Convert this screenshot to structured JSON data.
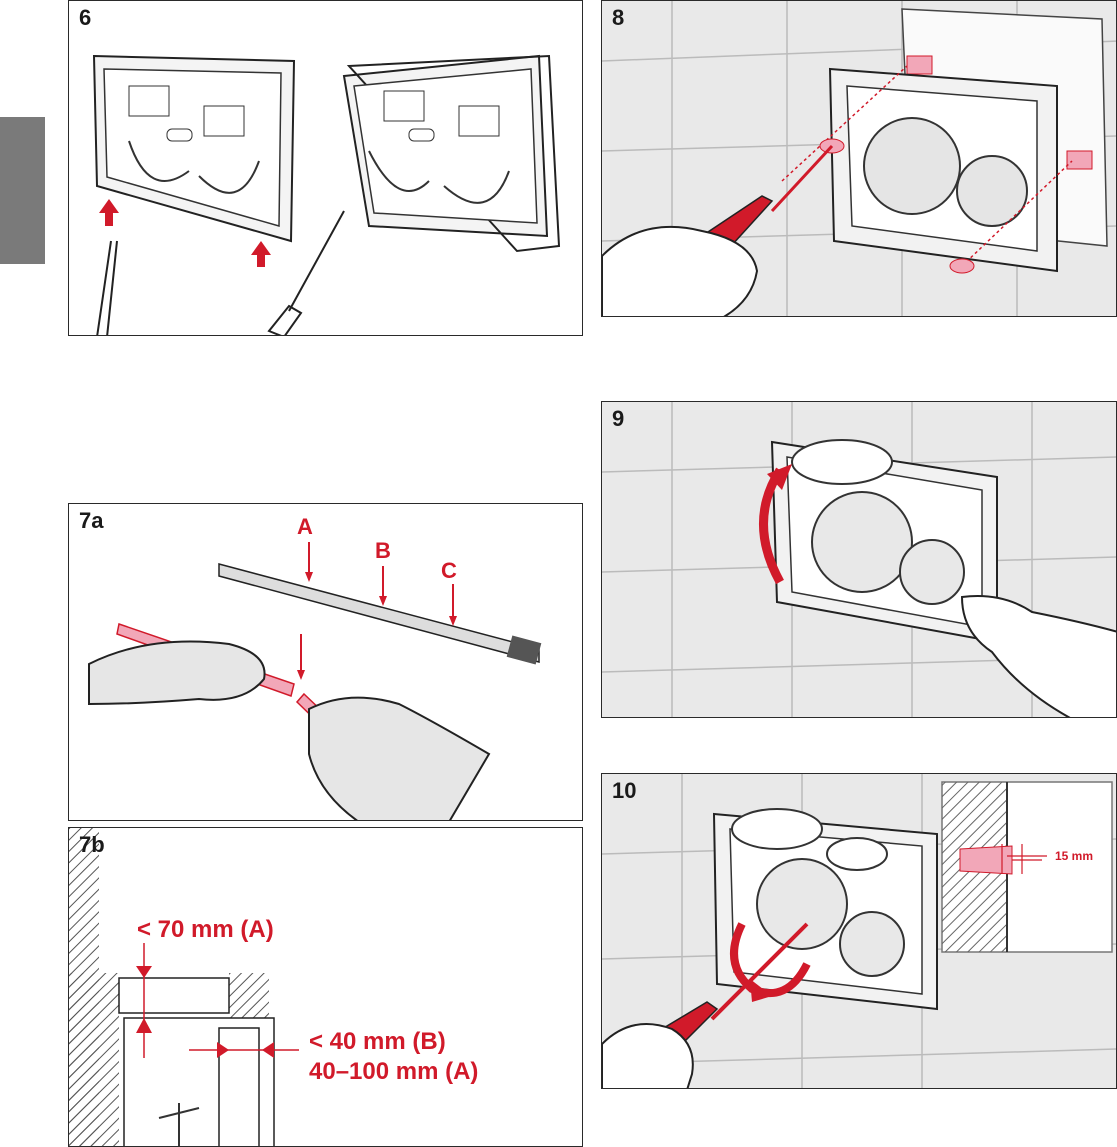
{
  "steps": {
    "s6": "6",
    "s7a": "7a",
    "s7b": "7b",
    "s8": "8",
    "s9": "9",
    "s10": "10"
  },
  "step7a": {
    "label_a": "A",
    "label_b": "B",
    "label_c": "C"
  },
  "step7b": {
    "dim_a": "< 70 mm (A)",
    "dim_b": "< 40 mm (B)",
    "dim_range": "40–100 mm (A)"
  },
  "step10": {
    "inset_dim": "15 mm"
  },
  "colors": {
    "accent": "#d11a2a",
    "tab": "#7a7a7a",
    "wall": "#e9e9e9",
    "pink": "#f2a7b8"
  }
}
